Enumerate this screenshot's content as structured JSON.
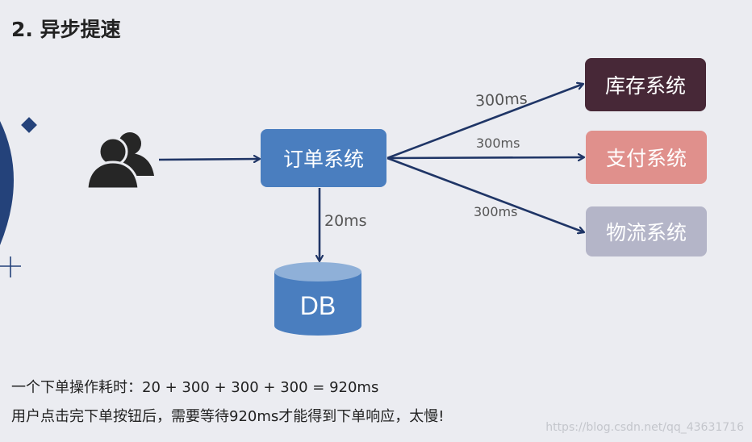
{
  "heading": "2. 异步提速",
  "nodes": {
    "order": {
      "label": "订单系统",
      "color": "#4a7ebf"
    },
    "inventory": {
      "label": "库存系统",
      "color": "#472837"
    },
    "payment": {
      "label": "支付系统",
      "color": "#e0908c"
    },
    "logistics": {
      "label": "物流系统",
      "color": "#b4b5c8"
    },
    "db": {
      "label": "DB",
      "color": "#4a7ebf",
      "top_color": "#8fb0d8"
    }
  },
  "edges": {
    "to_inventory": "300ms",
    "to_payment": "300ms",
    "to_logistics": "300ms",
    "to_db": "20ms"
  },
  "colors": {
    "arrow": "#1f3566",
    "users_icon": "#262626",
    "decoration": "#24427a"
  },
  "icons": {
    "users": "users-icon"
  },
  "footer": {
    "line1": "一个下单操作耗时：20 + 300 + 300 + 300 = 920ms",
    "line2": "用户点击完下单按钮后，需要等待920ms才能得到下单响应，太慢!"
  },
  "watermark": "https://blog.csdn.net/qq_43631716"
}
